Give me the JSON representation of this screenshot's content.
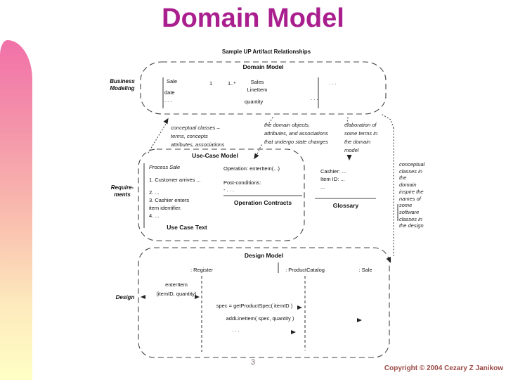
{
  "slide": {
    "title": "Domain Model",
    "page_number": "3",
    "footer": "Copyright © 2004 Cezary Z Janikow"
  },
  "colors": {
    "title": "#a91f8e",
    "footer": "#9b4a46",
    "page_number": "#7a6870"
  },
  "diagram": {
    "caption": "Sample UP Artifact Relationships",
    "phases": {
      "business_modeling": [
        "Business",
        "Modeling"
      ],
      "requirements": [
        "Require-",
        "ments"
      ],
      "design": "Design"
    },
    "domain_model": {
      "label": "Domain Model",
      "sale": {
        "name": "Sale",
        "attr1": "date",
        "attr2": ". . ."
      },
      "multiplicity_left": "1",
      "multiplicity_right": "1..*",
      "sales_line_item": {
        "name1": "Sales",
        "name2": "LineItem",
        "attr": "quantity"
      },
      "ellipsis_top": ". . .",
      "ellipsis_bottom": ". . ."
    },
    "notes": {
      "note1": [
        "conceptual classes –",
        "terms, concepts",
        "attributes, associations"
      ],
      "note2": [
        "the domain objects,",
        "attributes, and associations",
        "that undergo state changes"
      ],
      "note3": [
        "elaboration of",
        "some terms in",
        "the domain",
        "model"
      ],
      "side_note": [
        "conceptual",
        "classes in",
        "the",
        "domain",
        "inspire the",
        "names of",
        "some",
        "software",
        "classes in",
        "the design"
      ]
    },
    "use_case_model": {
      "label": "Use-Case Model",
      "use_case_text": {
        "title": "Process Sale",
        "lines": [
          "1. Customer arrives ...",
          "2. ...",
          "3. Cashier enters",
          "item identifier.",
          "4. ..."
        ],
        "label": "Use Case Text"
      },
      "operation_contracts": {
        "lines": [
          "Operation: enterItem(...)",
          "Post-conditions:",
          "- . . ."
        ],
        "label": "Operation Contracts"
      },
      "glossary": {
        "lines": [
          "Cashier: ...",
          "Item ID: ...",
          "..."
        ],
        "label": "Glossary"
      }
    },
    "design_model": {
      "label": "Design Model",
      "lifelines": {
        "register": ": Register",
        "product_catalog": ": ProductCatalog",
        "sale": ": Sale"
      },
      "messages": {
        "enter_item_1": "enterItem",
        "enter_item_2": "(itemID, quantity)",
        "get_product_spec": "spec = getProductSpec( itemID )",
        "add_line_item": "addLineItem( spec, quantity )",
        "more": ". . ."
      }
    }
  }
}
